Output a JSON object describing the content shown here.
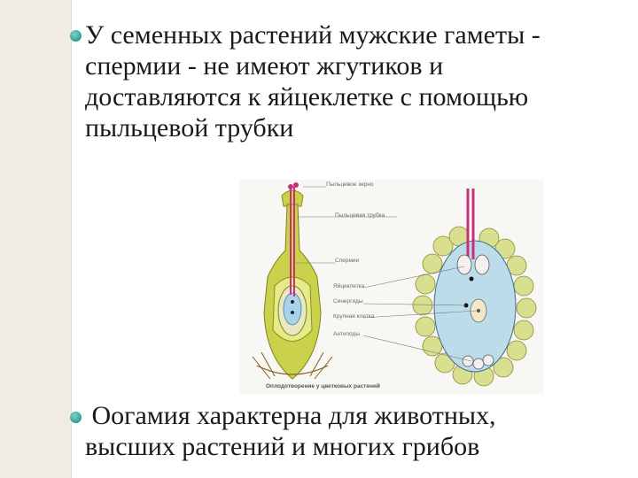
{
  "bullets": [
    {
      "lines": [
        "У семенных растений мужские гаметы -",
        "спермии - не имеют жгутиков и",
        "доставляются к яйцеклетке с помощью",
        "пыльцевой трубки"
      ]
    },
    {
      "lines": [
        " Оогамия характерна для животных,",
        "высших растений и многих грибов"
      ]
    }
  ],
  "figure": {
    "labels": {
      "pollen_grain": "Пыльцевое зерно",
      "pollen_tube": "Пыльцевая трубка",
      "sperms": "Спермии",
      "egg": "Яйцеклетка",
      "synergids": "Синергиды",
      "central_cell": "Крупная клетка",
      "antipodes": "Антиподы"
    },
    "caption": "Оплодотворение у цветковых растений"
  },
  "colors": {
    "sidebar": "#f1ece2",
    "bullet": "#2f9c92",
    "ovary": "#c9d24a",
    "embryo_sac": "#bcdcea",
    "pollen_tube": "#c8307a"
  }
}
